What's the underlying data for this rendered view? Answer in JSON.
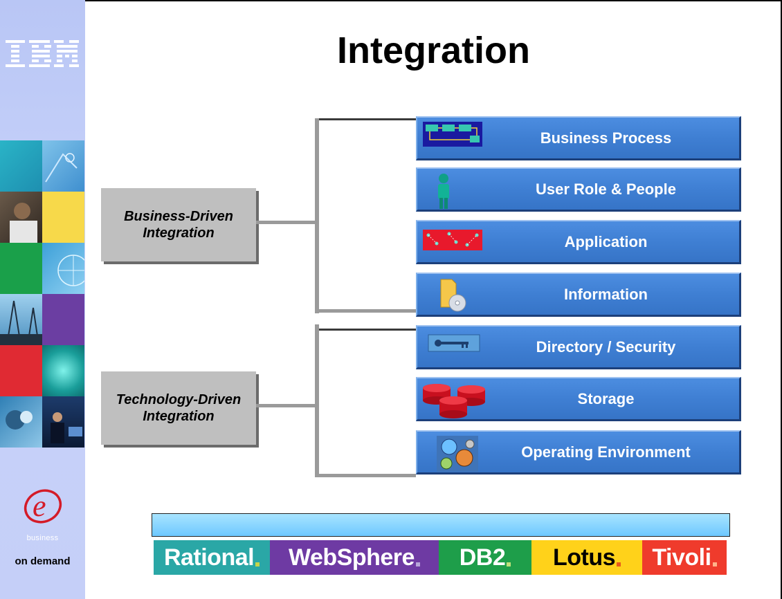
{
  "slide": {
    "title": "Integration"
  },
  "sidebar": {
    "e_word": "business",
    "on_demand": "on demand",
    "logo_icon": "ibm-logo-icon",
    "e_logo_icon": "e-business-logo-icon"
  },
  "categories": [
    {
      "line1": "Business-Driven",
      "line2": "Integration"
    },
    {
      "line1": "Technology-Driven",
      "line2": "Integration"
    }
  ],
  "items": [
    {
      "label": "Business Process",
      "icon": "process-flow-icon"
    },
    {
      "label": "User Role & People",
      "icon": "person-icon"
    },
    {
      "label": "Application",
      "icon": "application-network-icon"
    },
    {
      "label": "Information",
      "icon": "document-disc-icon"
    },
    {
      "label": "Directory / Security",
      "icon": "key-icon"
    },
    {
      "label": "Storage",
      "icon": "storage-disks-icon"
    },
    {
      "label": "Operating Environment",
      "icon": "globes-icon"
    }
  ],
  "brands": [
    {
      "name": "Rational",
      "bg": "#2aa7a6",
      "fg": "#ffffff",
      "dot": "#c7d44a"
    },
    {
      "name": "WebSphere",
      "bg": "#6e3aa3",
      "fg": "#ffffff",
      "dot": "#b8a6d9"
    },
    {
      "name": "DB2",
      "bg": "#1e9e4a",
      "fg": "#ffffff",
      "dot": "#bfe07a"
    },
    {
      "name": "Lotus",
      "bg": "#ffd21a",
      "fg": "#000000",
      "dot": "#e85a1c"
    },
    {
      "name": "Tivoli",
      "bg": "#ef3b2c",
      "fg": "#ffffff",
      "dot": "#ffb38a"
    }
  ],
  "colors": {
    "item_blue": "#3f7fd3",
    "category_gray": "#bfbfbf",
    "sidebar": "#c5cff8"
  }
}
